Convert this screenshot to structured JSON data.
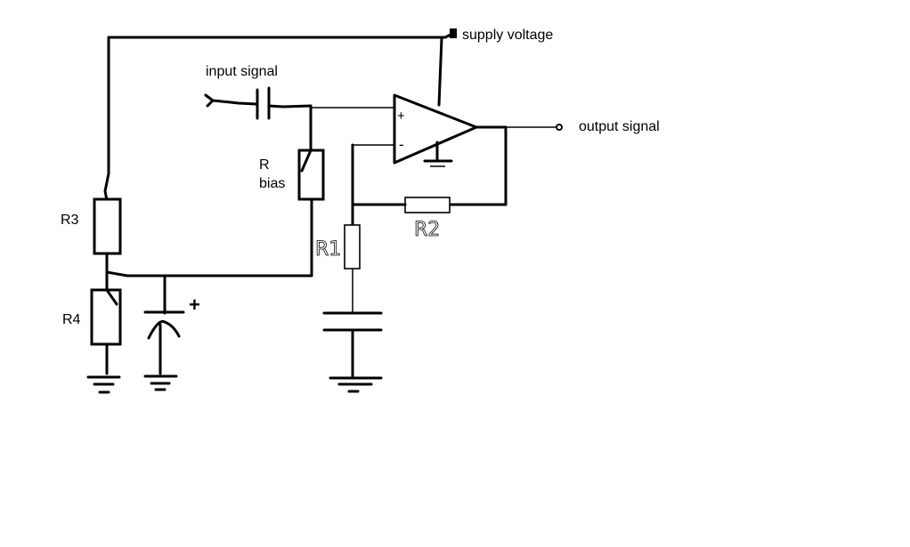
{
  "labels": {
    "supply_voltage": "supply voltage",
    "input_signal": "input signal",
    "output_signal": "output signal",
    "r_bias_line1": "R",
    "r_bias_line2": "bias",
    "r1": "R1",
    "r2": "R2",
    "r3": "R3",
    "r4": "R4",
    "opamp_plus": "+",
    "opamp_minus": "-",
    "cap_plus": "+"
  }
}
